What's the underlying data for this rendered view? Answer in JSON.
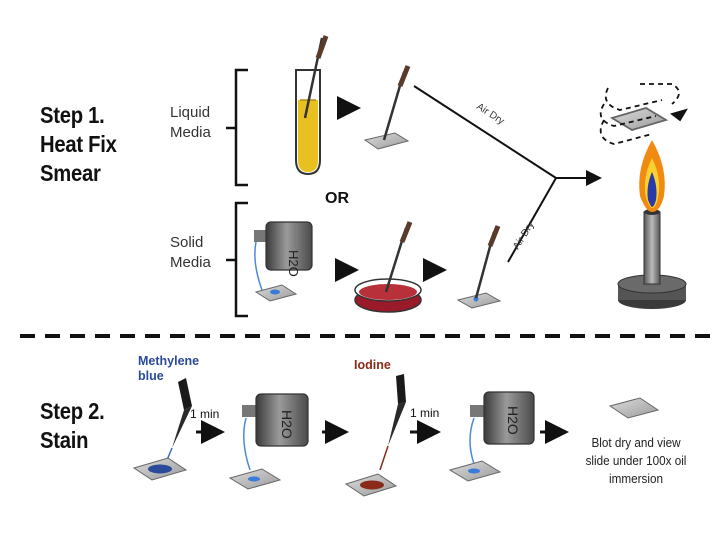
{
  "step1": {
    "title_lines": [
      "Step 1.",
      "Heat Fix",
      "Smear"
    ],
    "liquid_label": [
      "Liquid",
      "Media"
    ],
    "solid_label": [
      "Solid",
      "Media"
    ],
    "or_label": "OR",
    "air_dry_upper": "Air Dry",
    "air_dry_lower": "Air Dry",
    "water_bottle_text": "H2O"
  },
  "step2": {
    "title_lines": [
      "Step 2.",
      "Stain"
    ],
    "methylene_label": [
      "Methylene",
      "blue"
    ],
    "iodine_label": "Iodine",
    "time1": "1 min",
    "time2": "1 min",
    "blot_text": [
      "Blot dry and view",
      "slide under 100x oil",
      "immersion"
    ],
    "water_bottle_text": "H2O"
  },
  "colors": {
    "methylene_blue": "#2a4a9a",
    "iodine_red": "#8a2a1a",
    "liquid_media": "#e8c020",
    "flame_orange": "#f08a10",
    "divider": "#111111"
  }
}
